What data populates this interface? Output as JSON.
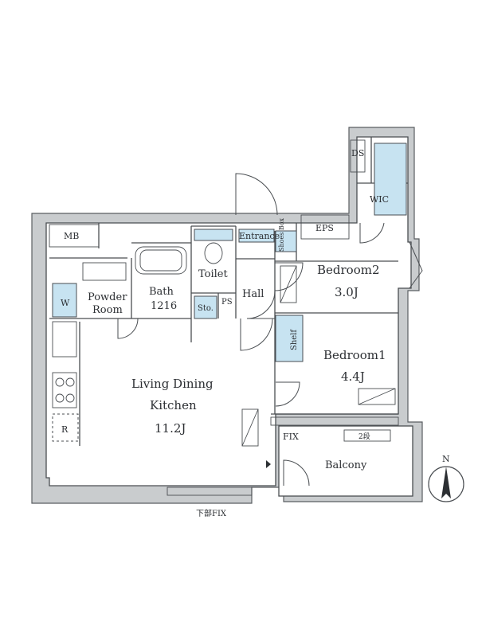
{
  "rooms": {
    "mb": "MB",
    "eps": "EPS",
    "ds": "DS",
    "wic": "WIC",
    "entrance": "Entrance",
    "shoes_box": "Shoes Box",
    "toilet": "Toilet",
    "sto": "Sto.",
    "ps": "PS",
    "hall": "Hall",
    "bath_name": "Bath",
    "bath_size": "1216",
    "powder_line1": "Powder",
    "powder_line2": "Room",
    "washer": "W",
    "fridge": "R",
    "ldk_line1": "Living Dining",
    "ldk_line2": "Kitchen",
    "ldk_size": "11.2J",
    "bedroom2_name": "Bedroom2",
    "bedroom2_size": "3.0J",
    "bedroom1_name": "Bedroom1",
    "bedroom1_size": "4.4J",
    "shelf": "Shelf",
    "balcony": "Balcony",
    "fix": "FIX",
    "two_step": "2段",
    "bottom_fix": "下部FIX",
    "north": "N"
  }
}
